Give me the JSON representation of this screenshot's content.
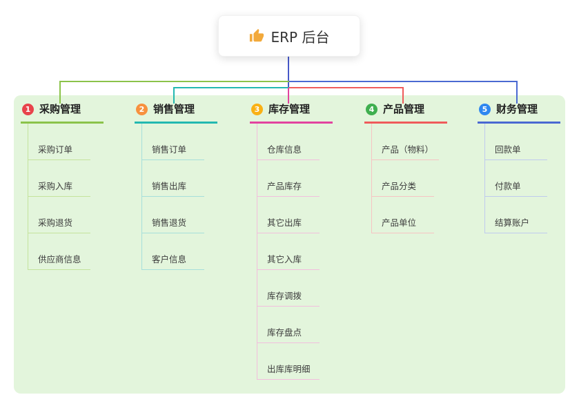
{
  "root": {
    "label": "ERP 后台",
    "icon": "thumbs-up-icon"
  },
  "branches": [
    {
      "number": "1",
      "title": "采购管理",
      "badge_color": "#e8434b",
      "line_color": "#8bc34a",
      "child_line_color": "#c4e39c",
      "children": [
        "采购订单",
        "采购入库",
        "采购退货",
        "供应商信息"
      ]
    },
    {
      "number": "2",
      "title": "销售管理",
      "badge_color": "#f7913e",
      "line_color": "#23b8b0",
      "child_line_color": "#a6dfda",
      "children": [
        "销售订单",
        "销售出库",
        "销售退货",
        "客户信息"
      ]
    },
    {
      "number": "3",
      "title": "库存管理",
      "badge_color": "#f9b115",
      "line_color": "#e2439f",
      "child_line_color": "#f2bedd",
      "children": [
        "仓库信息",
        "产品库存",
        "其它出库",
        "其它入库",
        "库存调拨",
        "库存盘点",
        "出库库明细"
      ]
    },
    {
      "number": "4",
      "title": "产品管理",
      "badge_color": "#3faf4f",
      "line_color": "#ef5b5b",
      "child_line_color": "#f6c3c3",
      "children": [
        "产品（物料）",
        "产品分类",
        "产品单位"
      ]
    },
    {
      "number": "5",
      "title": "财务管理",
      "badge_color": "#2f87f0",
      "line_color": "#4a69d2",
      "child_line_color": "#bfcaee",
      "children": [
        "回款单",
        "付款单",
        "结算账户"
      ]
    }
  ],
  "colors": {
    "panel_bg": "#e3f5dc",
    "stem": "#4758c8",
    "thumb": "#f2a93b",
    "c1": "#8bc34a",
    "c2": "#23b8b0",
    "c3": "#e2439f",
    "c4": "#ef5b5b",
    "c5": "#4a69d2"
  }
}
